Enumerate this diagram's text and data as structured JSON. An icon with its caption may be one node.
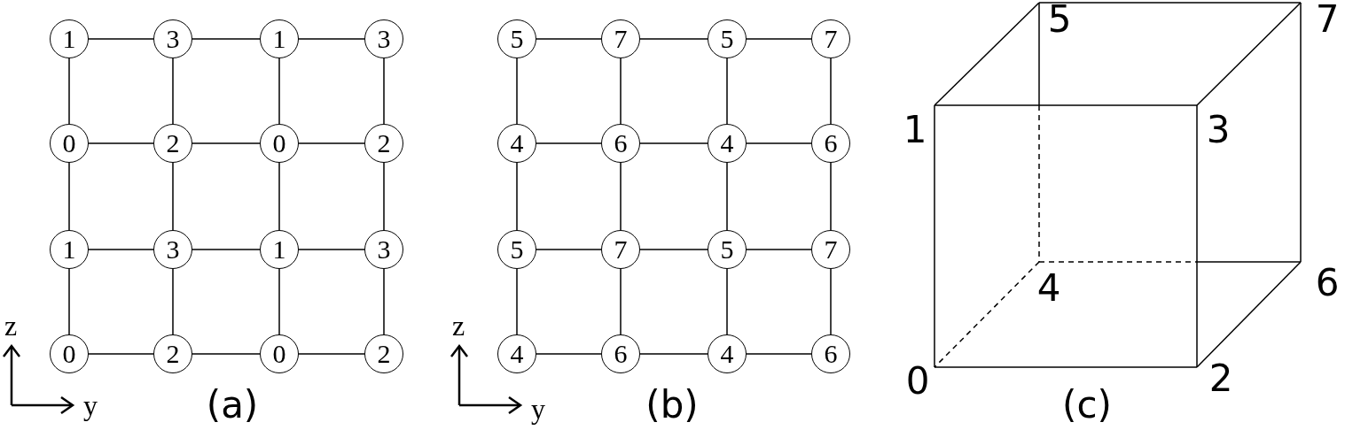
{
  "diagram": {
    "nodes": [
      {
        "text": [
          "1"
        ]
      },
      {
        "text": [
          "3"
        ]
      },
      {
        "text": [
          "1"
        ]
      },
      {
        "text": [
          "3"
        ]
      },
      {
        "text": [
          "0"
        ]
      },
      {
        "text": [
          "2"
        ]
      },
      {
        "text": [
          "0"
        ]
      },
      {
        "text": [
          "2"
        ]
      },
      {
        "text": [
          "1"
        ]
      },
      {
        "text": [
          "3"
        ]
      },
      {
        "text": [
          "1"
        ]
      },
      {
        "text": [
          "3"
        ]
      },
      {
        "text": [
          "0"
        ]
      },
      {
        "text": [
          "2"
        ]
      },
      {
        "text": [
          "0"
        ]
      },
      {
        "text": [
          "2"
        ]
      },
      {
        "text": [
          "5"
        ]
      },
      {
        "text": [
          "7"
        ]
      },
      {
        "text": [
          "5"
        ]
      },
      {
        "text": [
          "7"
        ]
      },
      {
        "text": [
          "4"
        ]
      },
      {
        "text": [
          "6"
        ]
      },
      {
        "text": [
          "4"
        ]
      },
      {
        "text": [
          "6"
        ]
      },
      {
        "text": [
          "5"
        ]
      },
      {
        "text": [
          "7"
        ]
      },
      {
        "text": [
          "5"
        ]
      },
      {
        "text": [
          "7"
        ]
      },
      {
        "text": [
          "4"
        ]
      },
      {
        "text": [
          "6"
        ]
      },
      {
        "text": [
          "4"
        ]
      },
      {
        "text": [
          "6"
        ]
      }
    ],
    "edges": [
      {
        "from": 0,
        "to": 1,
        "arrow": "none"
      },
      {
        "from": 1,
        "to": 2,
        "arrow": "none"
      },
      {
        "from": 2,
        "to": 3,
        "arrow": "none"
      },
      {
        "from": 0,
        "to": 4,
        "arrow": "none"
      },
      {
        "from": 1,
        "to": 5,
        "arrow": "none"
      },
      {
        "from": 2,
        "to": 6,
        "arrow": "none"
      },
      {
        "from": 3,
        "to": 7,
        "arrow": "none"
      },
      {
        "from": 4,
        "to": 5,
        "arrow": "none"
      },
      {
        "from": 5,
        "to": 6,
        "arrow": "none"
      },
      {
        "from": 6,
        "to": 7,
        "arrow": "none"
      },
      {
        "from": 4,
        "to": 8,
        "arrow": "none"
      },
      {
        "from": 5,
        "to": 9,
        "arrow": "none"
      },
      {
        "from": 6,
        "to": 10,
        "arrow": "none"
      },
      {
        "from": 7,
        "to": 11,
        "arrow": "none"
      },
      {
        "from": 8,
        "to": 9,
        "arrow": "none"
      },
      {
        "from": 9,
        "to": 10,
        "arrow": "none"
      },
      {
        "from": 10,
        "to": 11,
        "arrow": "none"
      },
      {
        "from": 8,
        "to": 12,
        "arrow": "none"
      },
      {
        "from": 9,
        "to": 13,
        "arrow": "none"
      },
      {
        "from": 10,
        "to": 14,
        "arrow": "none"
      },
      {
        "from": 11,
        "to": 15,
        "arrow": "none"
      },
      {
        "from": 12,
        "to": 13,
        "arrow": "none"
      },
      {
        "from": 13,
        "to": 14,
        "arrow": "none"
      },
      {
        "from": 14,
        "to": 15,
        "arrow": "none"
      },
      {
        "from": 16,
        "to": 17,
        "arrow": "none"
      },
      {
        "from": 17,
        "to": 18,
        "arrow": "none"
      },
      {
        "from": 18,
        "to": 19,
        "arrow": "none"
      },
      {
        "from": 16,
        "to": 20,
        "arrow": "none"
      },
      {
        "from": 17,
        "to": 21,
        "arrow": "none"
      },
      {
        "from": 18,
        "to": 22,
        "arrow": "none"
      },
      {
        "from": 19,
        "to": 23,
        "arrow": "none"
      },
      {
        "from": 20,
        "to": 21,
        "arrow": "none"
      },
      {
        "from": 21,
        "to": 22,
        "arrow": "none"
      },
      {
        "from": 22,
        "to": 23,
        "arrow": "none"
      },
      {
        "from": 20,
        "to": 24,
        "arrow": "none"
      },
      {
        "from": 21,
        "to": 25,
        "arrow": "none"
      },
      {
        "from": 22,
        "to": 26,
        "arrow": "none"
      },
      {
        "from": 23,
        "to": 27,
        "arrow": "none"
      },
      {
        "from": 24,
        "to": 25,
        "arrow": "none"
      },
      {
        "from": 25,
        "to": 26,
        "arrow": "none"
      },
      {
        "from": 26,
        "to": 27,
        "arrow": "none"
      },
      {
        "from": 24,
        "to": 28,
        "arrow": "none"
      },
      {
        "from": 25,
        "to": 29,
        "arrow": "none"
      },
      {
        "from": 26,
        "to": 30,
        "arrow": "none"
      },
      {
        "from": 27,
        "to": 31,
        "arrow": "none"
      },
      {
        "from": 28,
        "to": 29,
        "arrow": "none"
      },
      {
        "from": 29,
        "to": 30,
        "arrow": "none"
      },
      {
        "from": 30,
        "to": 31,
        "arrow": "none"
      }
    ],
    "labels": [
      "z",
      "y",
      "(a)",
      "z",
      "y",
      "(b)",
      "5",
      "7",
      "1",
      "3",
      "4",
      "6",
      "0",
      "2",
      "(c)"
    ]
  }
}
